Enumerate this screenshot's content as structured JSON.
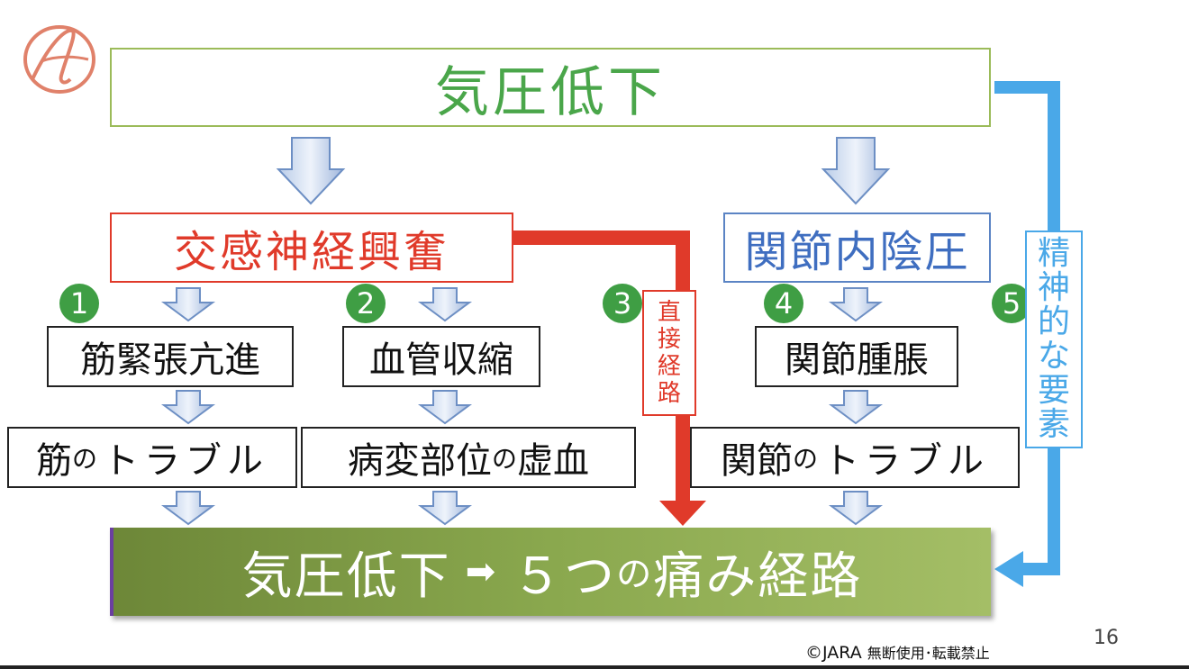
{
  "top_label": "気圧低下",
  "left_mid_label": "交感神経興奮",
  "right_mid_label": "関節内陰圧",
  "numbers": [
    "1",
    "2",
    "3",
    "4",
    "5"
  ],
  "row1": [
    "筋緊張亢進",
    "血管収縮",
    "関節腫脹"
  ],
  "row2": {
    "a_main": "筋",
    "a_small": "の",
    "a_rest": "トラブル",
    "b_main": "病変部位",
    "b_small": "の",
    "b_rest": "虚血",
    "c_main": "関節",
    "c_small": "の",
    "c_rest": "トラブル"
  },
  "direct_path": [
    "直",
    "接",
    "経",
    "路"
  ],
  "mental_factor": [
    "精",
    "神",
    "的",
    "な",
    "要",
    "素"
  ],
  "bottom": {
    "left": "気圧低下",
    "arrow": "➡",
    "number": "５",
    "tsu": "つ",
    "no": "の",
    "right": "痛み経路"
  },
  "page_number": "16",
  "copyright": {
    "main": "©JARA",
    "sub": "無断使用･転載禁止"
  },
  "colors": {
    "green": "#4aa64a",
    "red": "#e03a2a",
    "blue": "#3f6ec0",
    "skyblue": "#4aa8e8",
    "olive": "#8aa84e"
  }
}
